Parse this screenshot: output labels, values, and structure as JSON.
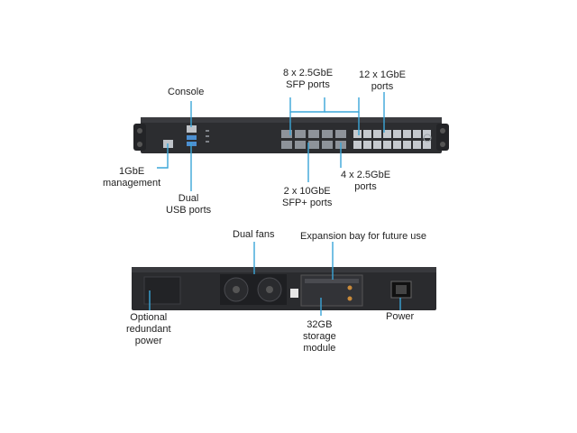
{
  "front": {
    "console": "Console",
    "sfp25": [
      "8 x 2.5GbE",
      "SFP ports"
    ],
    "gbe12": [
      "12 x 1GbE",
      "ports"
    ],
    "mgmt": [
      "1GbE",
      "management"
    ],
    "usb": [
      "Dual",
      "USB ports"
    ],
    "sfpplus": [
      "2 x 10GbE",
      "SFP+ ports"
    ],
    "gbe25": [
      "4 x 2.5GbE",
      "ports"
    ]
  },
  "rear": {
    "fans": "Dual fans",
    "expansion": "Expansion bay for future use",
    "psu": [
      "Optional",
      "redundant",
      "power"
    ],
    "storage": [
      "32GB",
      "storage",
      "module"
    ],
    "power": "Power"
  },
  "colors": {
    "callout": "#3aa6d8",
    "chassis": "#2a2b2e"
  }
}
